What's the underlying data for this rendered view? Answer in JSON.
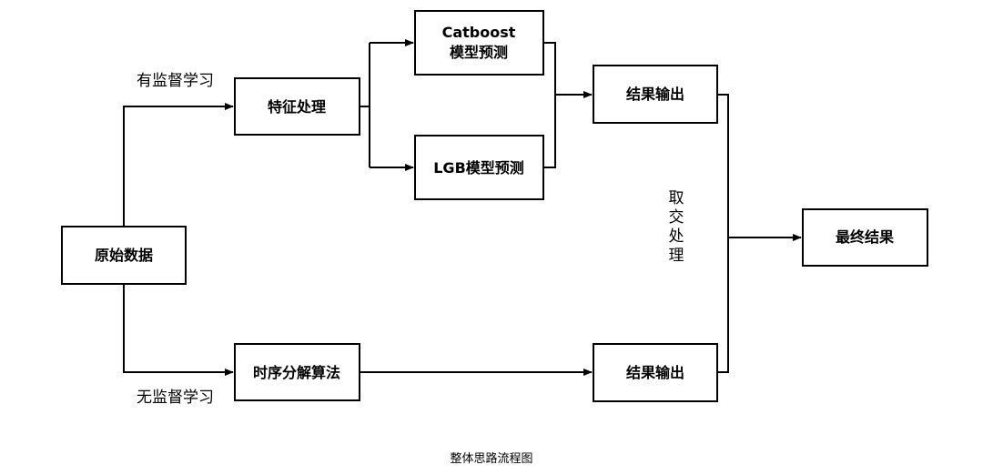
{
  "nodes": {
    "raw_data": "原始数据",
    "feature_processing": "特征处理",
    "catboost_line1": "Catboost",
    "catboost_line2": "模型预测",
    "lgb": "LGB模型预测",
    "result_top": "结果输出",
    "time_series": "时序分解算法",
    "result_bottom": "结果输出",
    "final": "最终结果"
  },
  "labels": {
    "supervised": "有监督学习",
    "unsupervised": "无监督学习",
    "intersection": [
      "取",
      "交",
      "处",
      "理"
    ]
  },
  "caption": "整体思路流程图",
  "colors": {
    "stroke": "#000000",
    "background": "#ffffff"
  }
}
